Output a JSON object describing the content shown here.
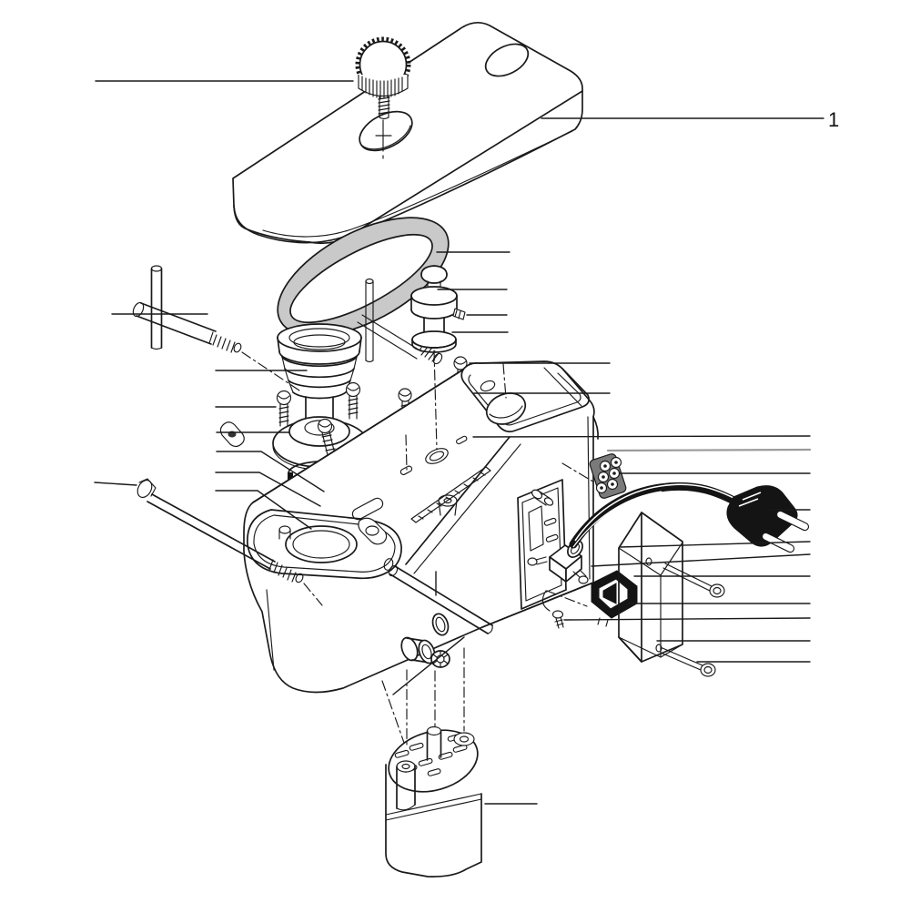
{
  "figure": {
    "type": "exploded-parts-diagram",
    "subject": "drill-press-head-assembly",
    "callouts": [
      {
        "label": "1",
        "part": "belt-cover"
      }
    ],
    "colors": {
      "line": "#1a1a1a",
      "belt_fill": "#c9c9c9",
      "cord_fill": "#141414",
      "leader_gray": "#9a9a9a",
      "background": "#ffffff"
    },
    "parts": [
      "belt-cover",
      "cover-thumb-knob",
      "drive-belt",
      "motor-pulley",
      "pulley-cap-nut",
      "set-screw",
      "pulley-spacer",
      "idler-rod",
      "guide-pin",
      "spindle-pulley",
      "bearing-retainer-flange",
      "flange-screws",
      "washers",
      "spindle-bearing-stack",
      "head-casting",
      "t-handle-wrench",
      "tension-bolt",
      "pinion-shaft",
      "front-bushing",
      "lock-nut",
      "switch-plate",
      "cord-clamp",
      "clamp-screws",
      "power-cord",
      "power-plug",
      "terminal-block",
      "rocker-switch",
      "switch-box-cover",
      "box-screws",
      "motor"
    ]
  }
}
